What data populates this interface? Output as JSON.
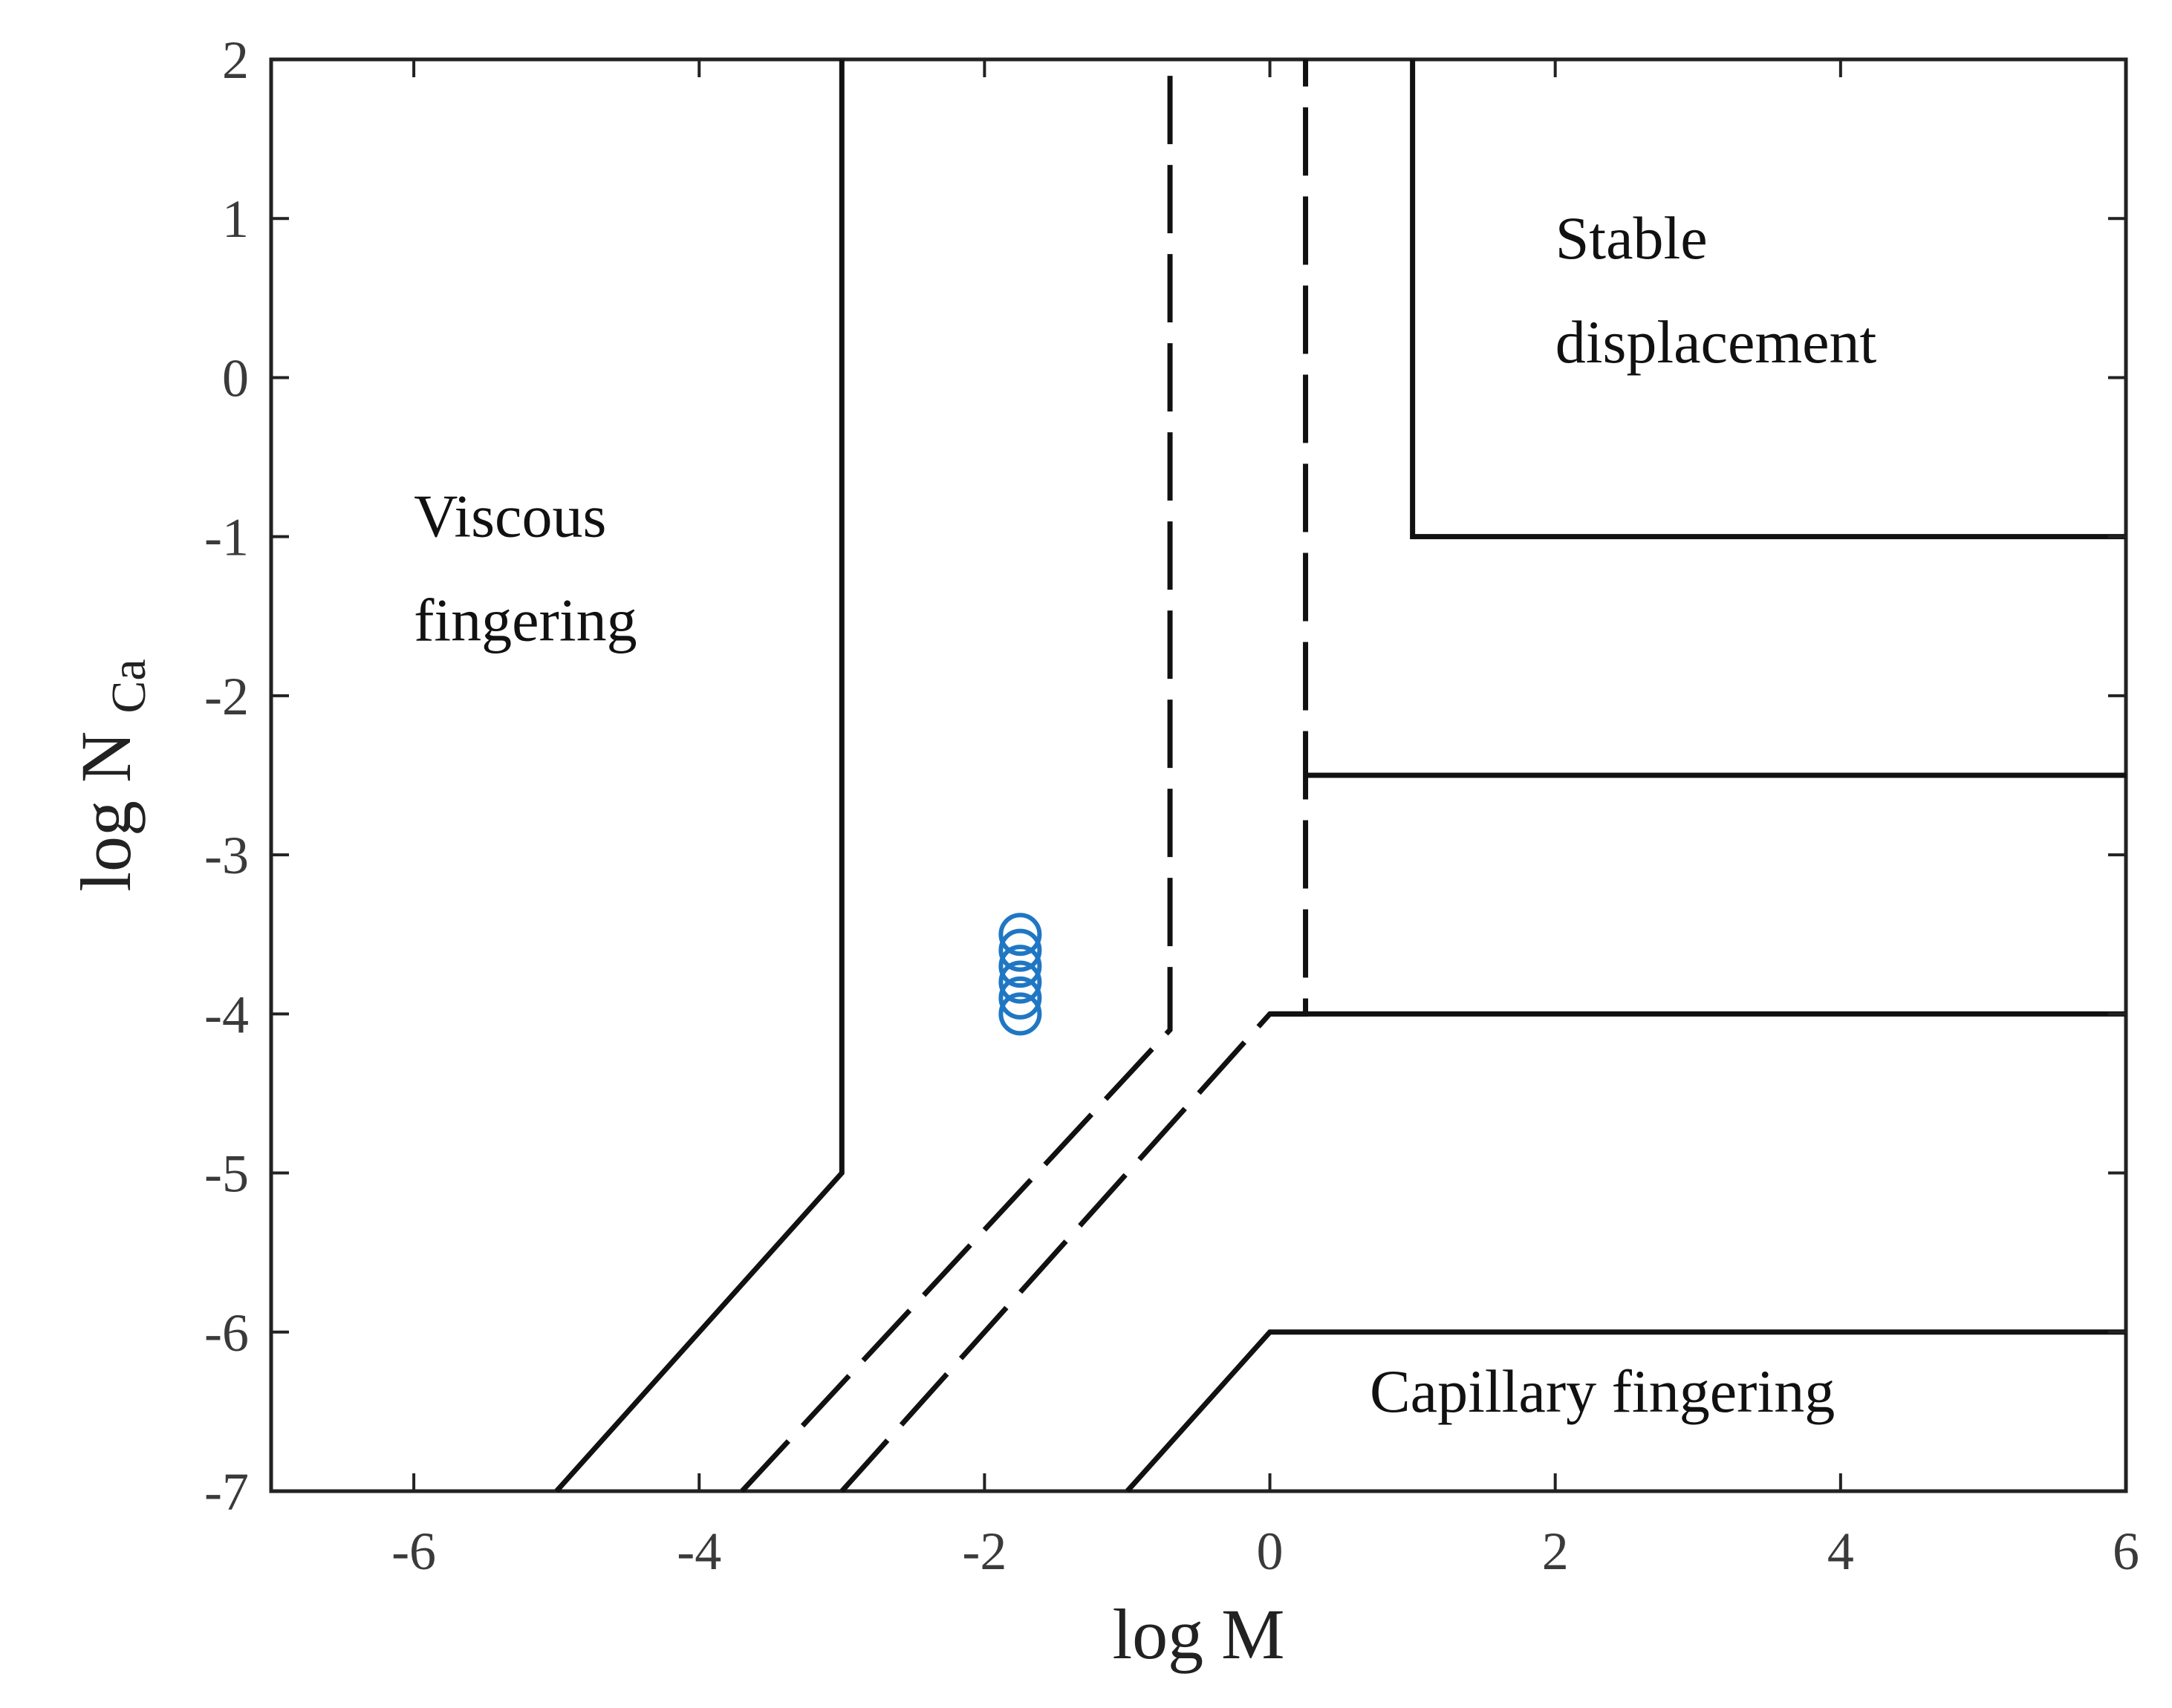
{
  "chart_data": {
    "type": "line",
    "xlabel": "log M",
    "ylabel": {
      "main": "log N",
      "subscript": "Ca"
    },
    "xlim": [
      -7,
      6
    ],
    "ylim": [
      -7,
      2
    ],
    "xticks": [
      -6,
      -4,
      -2,
      0,
      2,
      4,
      6
    ],
    "yticks": [
      2,
      1,
      0,
      -1,
      -2,
      -3,
      -4,
      -5,
      -6,
      -7
    ],
    "xtick_labels": [
      "-6",
      "-4",
      "-2",
      "0",
      "2",
      "4",
      "6"
    ],
    "ytick_labels": [
      "2",
      "1",
      "0",
      "-1",
      "-2",
      "-3",
      "-4",
      "-5",
      "-6",
      "-7"
    ],
    "grid": false,
    "boundaries": [
      {
        "id": "viscous-boundary",
        "style": "solid",
        "x": [
          -5,
          -3,
          -3
        ],
        "y": [
          -7,
          -5,
          2
        ]
      },
      {
        "id": "viscous-crossover",
        "style": "dashed",
        "x": [
          -3.7,
          -0.7,
          -0.7
        ],
        "y": [
          -7,
          -4.1,
          2
        ]
      },
      {
        "id": "capillary-crossover",
        "style": "dashed",
        "x": [
          -3.0,
          0.0,
          0.25,
          0.25
        ],
        "y": [
          -7,
          -4.0,
          -4.0,
          2
        ],
        "note": ""
      },
      {
        "id": "upper-lower-split",
        "style": "solid",
        "x": [
          0.0,
          6
        ],
        "y": [
          -4.0,
          -4.0
        ]
      },
      {
        "id": "stable-mid",
        "style": "solid",
        "x": [
          0.25,
          6
        ],
        "y": [
          -2.5,
          -2.5
        ]
      },
      {
        "id": "stable-boundary",
        "style": "solid",
        "x": [
          1,
          1,
          6
        ],
        "y": [
          2,
          -1,
          -1
        ]
      },
      {
        "id": "capillary-boundary",
        "style": "solid",
        "x": [
          -1,
          0,
          6
        ],
        "y": [
          -7,
          -6,
          -6
        ]
      }
    ],
    "series": [
      {
        "type": "scatter",
        "marker": "open-circle",
        "color": "#1f77c4",
        "x": [
          -1.75,
          -1.75,
          -1.75,
          -1.75,
          -1.75,
          -1.75
        ],
        "y": [
          -3.5,
          -3.7,
          -3.8,
          -3.9,
          -4.0,
          -3.6
        ]
      }
    ],
    "annotations": [
      {
        "id": "viscous",
        "lines": [
          "Viscous",
          "fingering"
        ],
        "x": -6.0,
        "y": -1.0
      },
      {
        "id": "stable",
        "lines": [
          "Stable",
          "displacement"
        ],
        "x": 2.0,
        "y": 0.75
      },
      {
        "id": "capillary",
        "lines": [
          "Capillary fingering"
        ],
        "x": 0.7,
        "y": -6.5
      }
    ],
    "line_color": "#111111"
  }
}
